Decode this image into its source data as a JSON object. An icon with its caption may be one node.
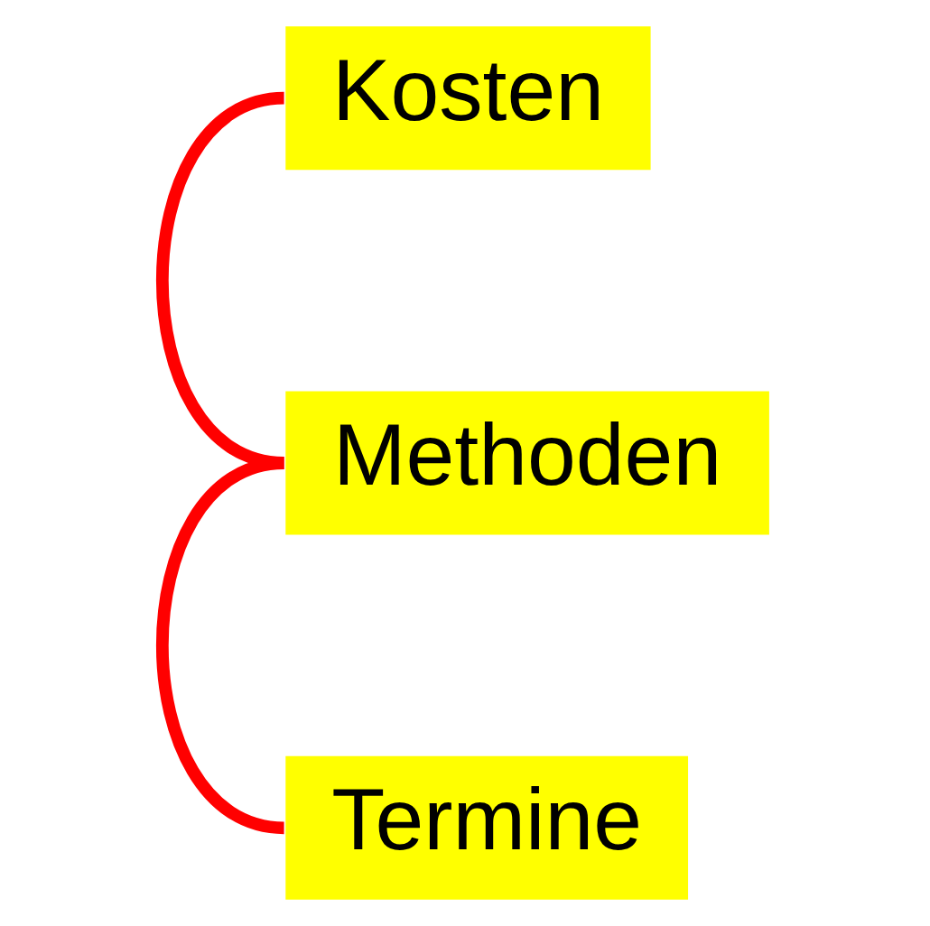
{
  "diagram": {
    "nodes": [
      {
        "text": [
          "Kosten"
        ]
      },
      {
        "text": [
          "Methoden"
        ]
      },
      {
        "text": [
          "Termine"
        ]
      }
    ],
    "edges": [
      {
        "from": 0,
        "to": 1,
        "arrow": "none"
      },
      {
        "from": 1,
        "to": 2,
        "arrow": "none"
      }
    ]
  }
}
